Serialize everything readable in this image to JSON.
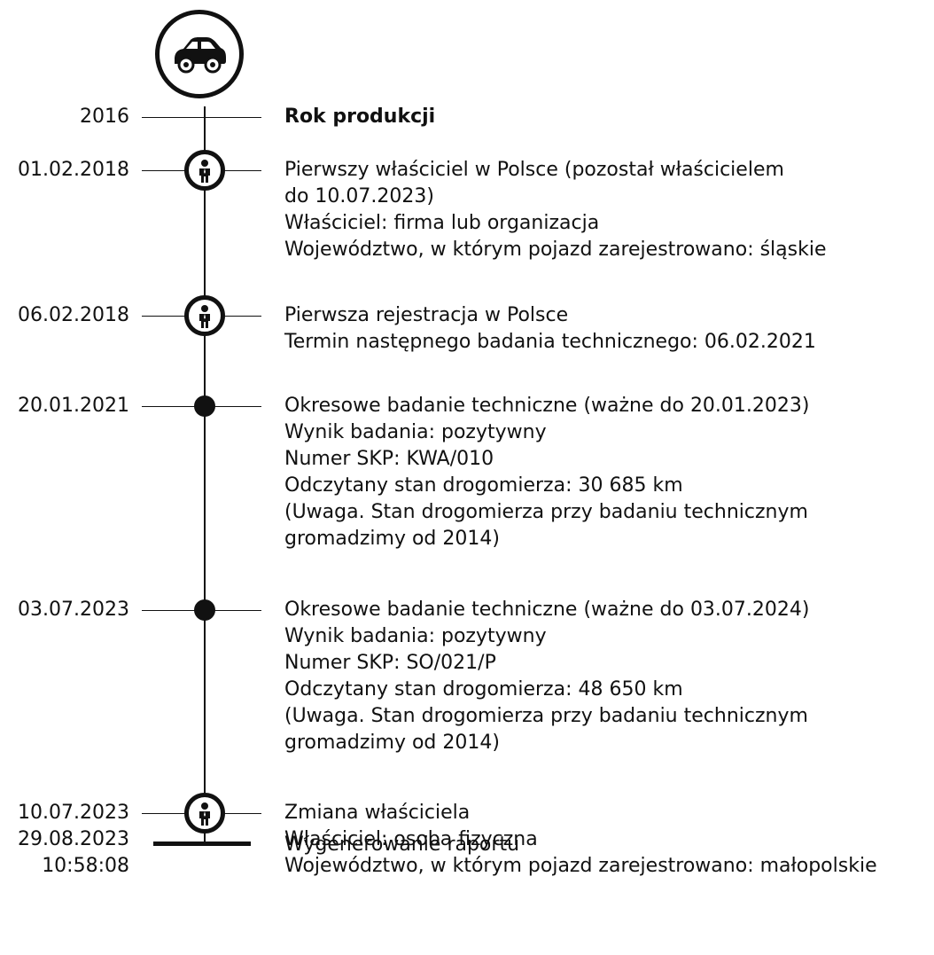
{
  "entries": [
    {
      "date": "2016",
      "icon": "production-label",
      "lines": [
        "Rok produkcji"
      ]
    },
    {
      "date": "01.02.2018",
      "icon": "person-icon",
      "lines": [
        "Pierwszy właściciel w Polsce (pozostał właścicielem",
        "do 10.07.2023)",
        "Właściciel: firma lub organizacja",
        "Województwo, w którym pojazd zarejestrowano: śląskie"
      ]
    },
    {
      "date": "06.02.2018",
      "icon": "person-icon",
      "lines": [
        "Pierwsza rejestracja w Polsce",
        "Termin następnego badania technicznego: 06.02.2021"
      ]
    },
    {
      "date": "20.01.2021",
      "icon": "dot",
      "lines": [
        "Okresowe badanie techniczne (ważne do 20.01.2023)",
        "Wynik badania: pozytywny",
        "Numer SKP: KWA/010",
        "Odczytany stan drogomierza: 30 685 km",
        "(Uwaga. Stan drogomierza przy badaniu technicznym",
        "gromadzimy od 2014)"
      ]
    },
    {
      "date": "03.07.2023",
      "icon": "dot",
      "lines": [
        "Okresowe badanie techniczne (ważne do 03.07.2024)",
        "Wynik badania: pozytywny",
        "Numer SKP: SO/021/P",
        "Odczytany stan drogomierza: 48 650 km",
        "(Uwaga. Stan drogomierza przy badaniu technicznym",
        "gromadzimy od 2014)"
      ]
    },
    {
      "date": "10.07.2023",
      "icon": "person-icon",
      "lines": [
        "Zmiana właściciela",
        "Właściciel: osoba fizyczna",
        "Województwo, w którym pojazd zarejestrowano: małopolskie"
      ]
    },
    {
      "date": "29.08.2023",
      "time": "10:58:08",
      "icon": "end-bar",
      "lines": [
        "Wygenerowanie raportu"
      ]
    }
  ],
  "icons": {
    "header": "car-icon"
  },
  "colors": {
    "ink": "#111111",
    "background": "#ffffff"
  }
}
